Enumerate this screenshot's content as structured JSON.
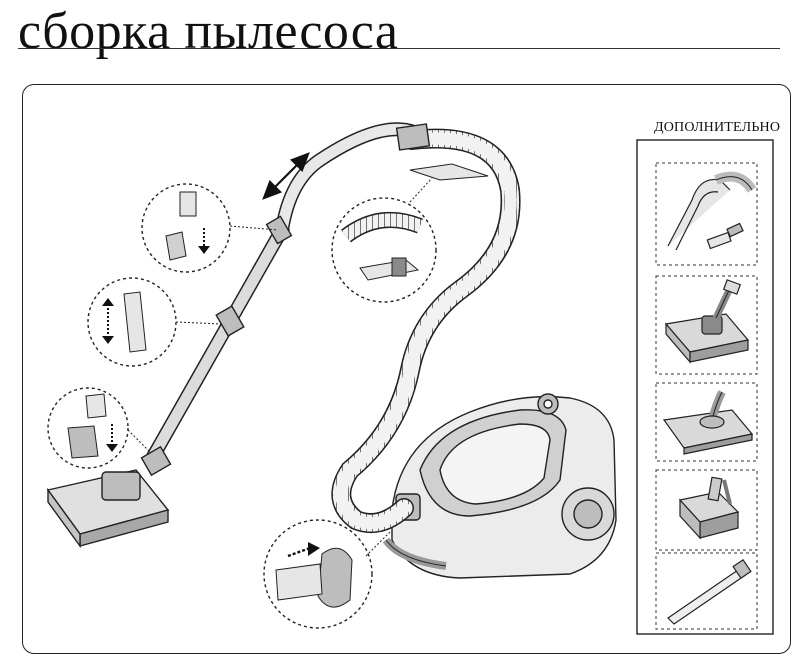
{
  "page": {
    "title": "сборка пылесоса",
    "extra_label": "ДОПОЛНИТЕЛЬНО"
  },
  "accessories": [
    {
      "name": "hose-handle-accessory"
    },
    {
      "name": "carpet-floor-brush-accessory"
    },
    {
      "name": "parquet-floor-brush-accessory"
    },
    {
      "name": "turbo-brush-accessory"
    },
    {
      "name": "crevice-tool-accessory"
    }
  ],
  "colors": {
    "line": "#222222",
    "fill_light": "#e6e6e6",
    "fill_mid": "#bdbdbd",
    "fill_dark": "#8a8a8a"
  }
}
